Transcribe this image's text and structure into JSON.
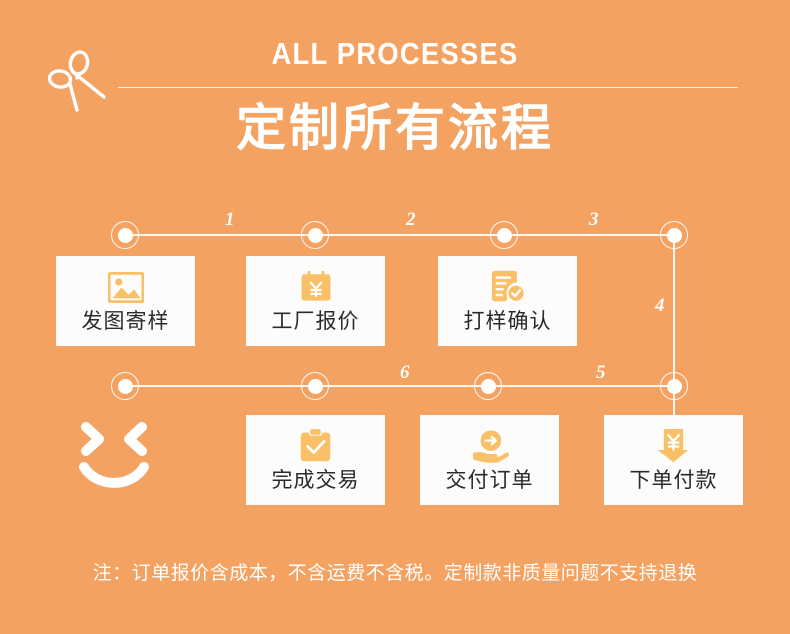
{
  "header": {
    "title_en": "ALL PROCESSES",
    "title_cn": "定制所有流程",
    "scissors_icon": "scissors-icon"
  },
  "flow": {
    "steps": [
      {
        "number": "1",
        "label": "发图寄样",
        "icon": "image-icon"
      },
      {
        "number": "2",
        "label": "工厂报价",
        "icon": "yuan-calendar-icon"
      },
      {
        "number": "3",
        "label": "打样确认",
        "icon": "document-check-icon"
      },
      {
        "number": "4",
        "label": "下单付款",
        "icon": "yuan-down-arrow-icon"
      },
      {
        "number": "5",
        "label": "交付订单",
        "icon": "hand-arrow-icon"
      },
      {
        "number": "6",
        "label": "完成交易",
        "icon": "clipboard-check-icon"
      }
    ],
    "node_count_top": 4,
    "node_count_bottom": 4
  },
  "decoration": {
    "smiley": "smiley-face-icon"
  },
  "footer": {
    "note": "注：订单报价含成本，不含运费不含税。定制款非质量问题不支持退换"
  },
  "colors": {
    "background": "#F4A261",
    "card_background": "#FCFCFC",
    "icon_accent": "#F9C067",
    "text_light": "#FFFFFF",
    "text_dark": "#2B2B2B"
  }
}
